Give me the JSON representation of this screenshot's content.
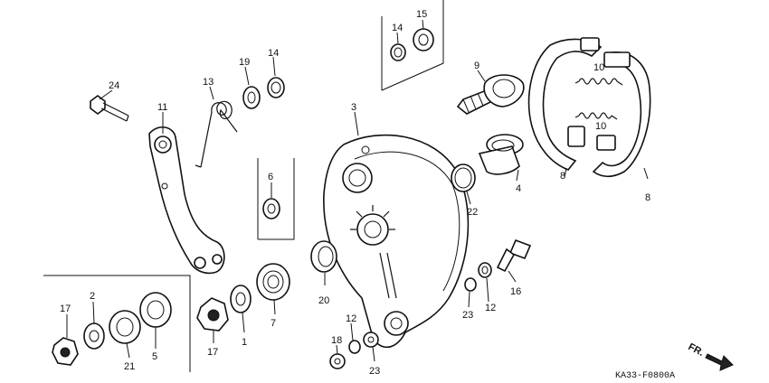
{
  "diagram": {
    "code": "KA33-F0800A",
    "direction_label": "FR.",
    "callouts": [
      {
        "id": "c24",
        "text": "24"
      },
      {
        "id": "c11",
        "text": "11"
      },
      {
        "id": "c13",
        "text": "13"
      },
      {
        "id": "c19",
        "text": "19"
      },
      {
        "id": "c14a",
        "text": "14"
      },
      {
        "id": "c14b",
        "text": "14"
      },
      {
        "id": "c15",
        "text": "15"
      },
      {
        "id": "c9",
        "text": "9"
      },
      {
        "id": "c10a",
        "text": "10"
      },
      {
        "id": "c10b",
        "text": "10"
      },
      {
        "id": "c3",
        "text": "3"
      },
      {
        "id": "c6",
        "text": "6"
      },
      {
        "id": "c4",
        "text": "4"
      },
      {
        "id": "c22",
        "text": "22"
      },
      {
        "id": "c8a",
        "text": "8"
      },
      {
        "id": "c8b",
        "text": "8"
      },
      {
        "id": "c20",
        "text": "20"
      },
      {
        "id": "c16",
        "text": "16"
      },
      {
        "id": "c12a",
        "text": "12"
      },
      {
        "id": "c12b",
        "text": "12"
      },
      {
        "id": "c23a",
        "text": "23"
      },
      {
        "id": "c23b",
        "text": "23"
      },
      {
        "id": "c18",
        "text": "18"
      },
      {
        "id": "c17a",
        "text": "17"
      },
      {
        "id": "c17b",
        "text": "17"
      },
      {
        "id": "c2",
        "text": "2"
      },
      {
        "id": "c21",
        "text": "21"
      },
      {
        "id": "c5",
        "text": "5"
      },
      {
        "id": "c1",
        "text": "1"
      },
      {
        "id": "c7",
        "text": "7"
      }
    ]
  }
}
